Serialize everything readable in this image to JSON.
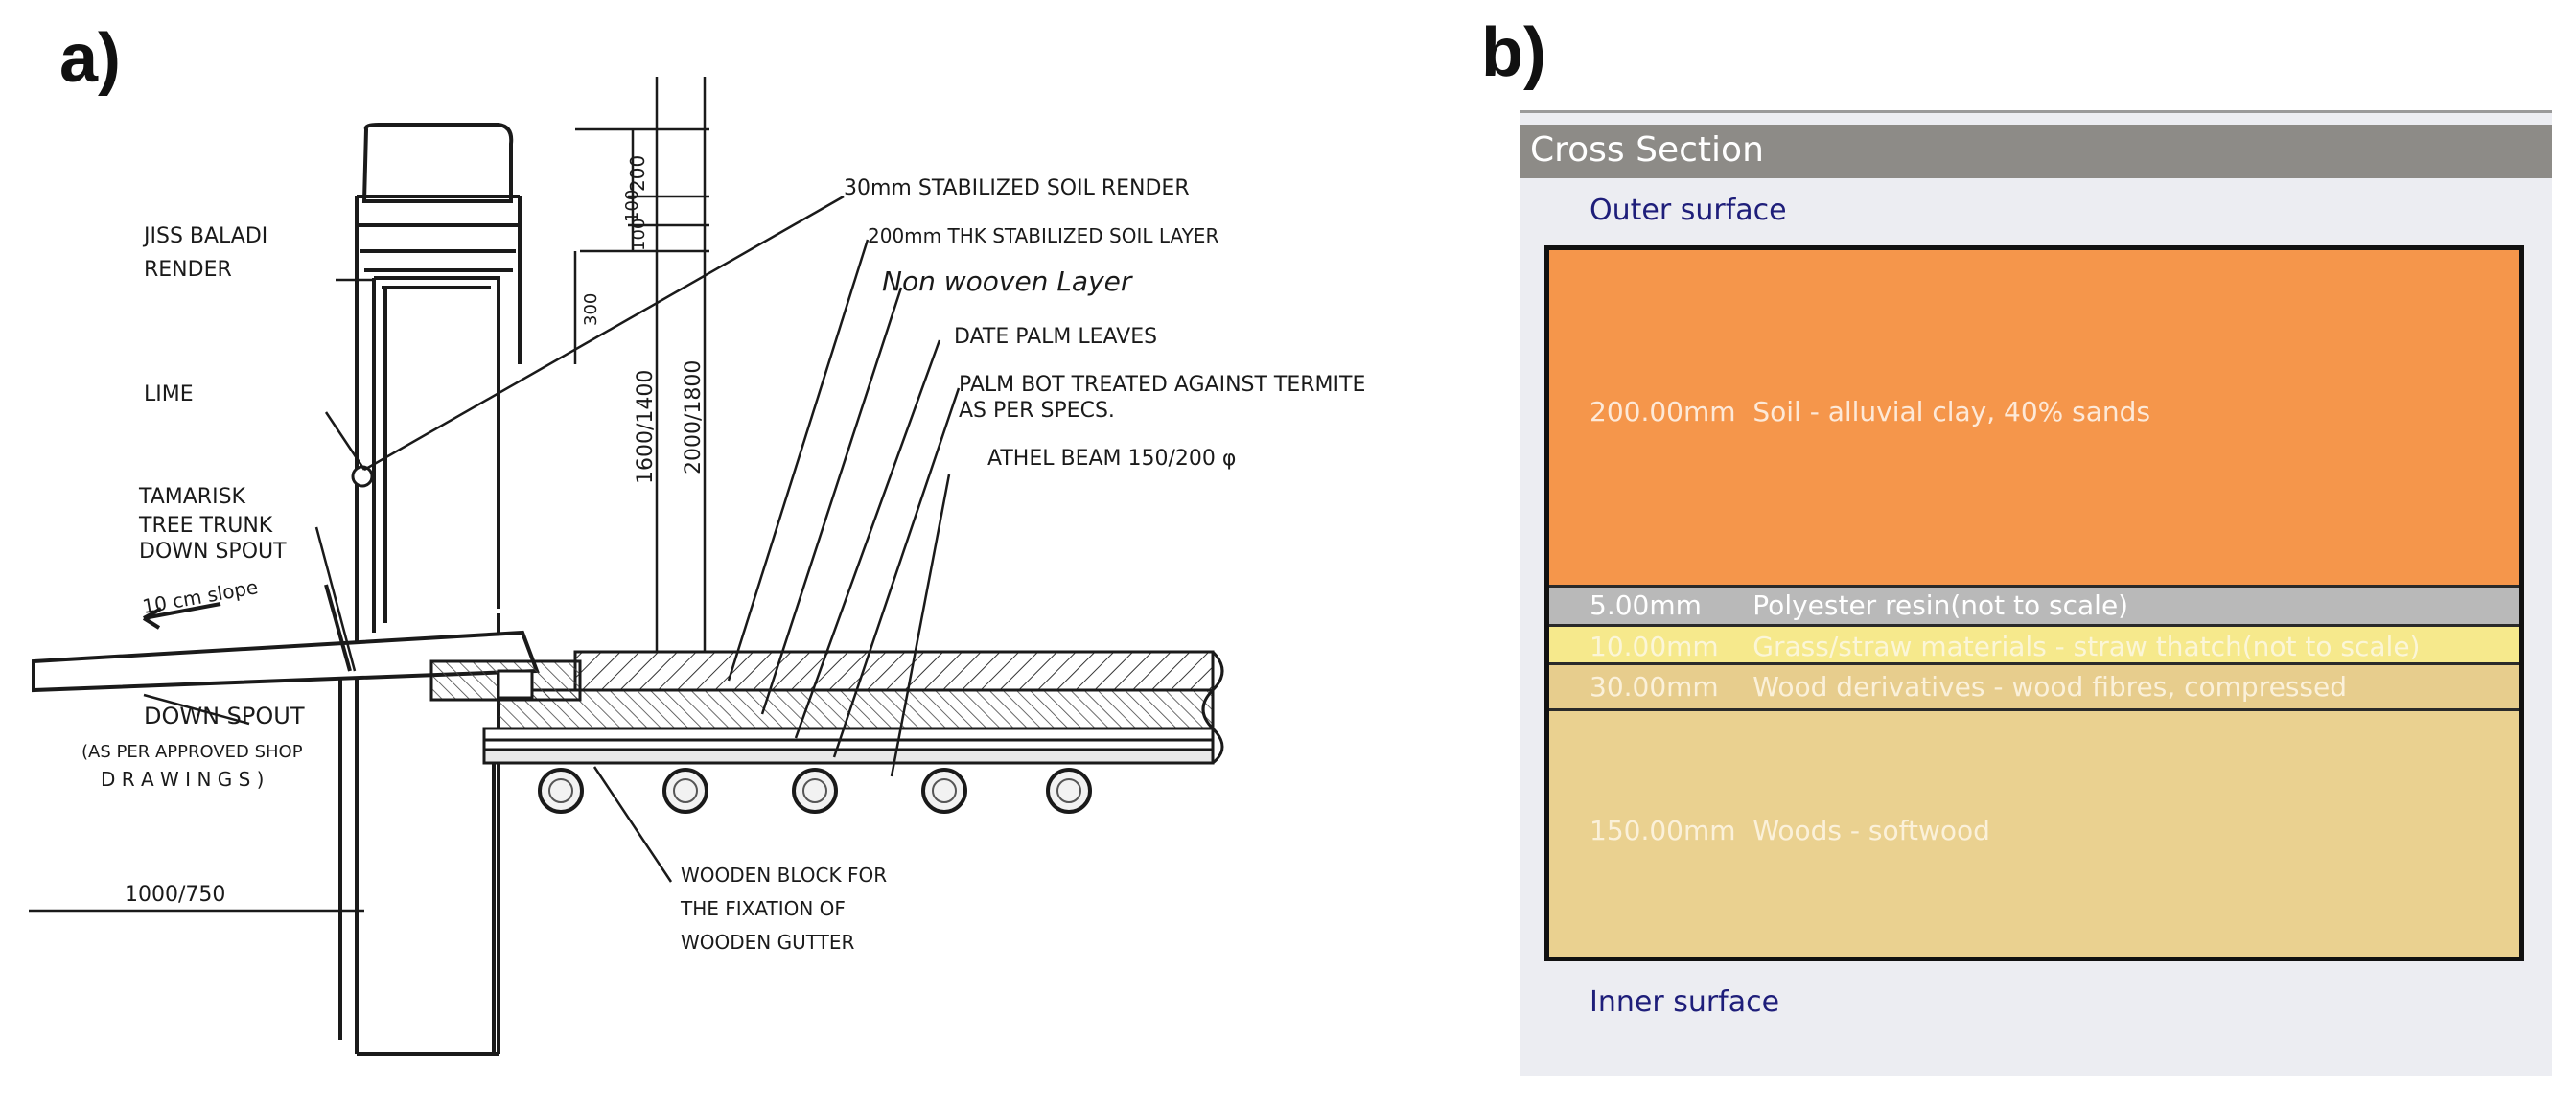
{
  "panel_a": {
    "label": "a)",
    "annotations": {
      "jiss_baladi_1": "JISS BALADI",
      "jiss_baladi_2": "RENDER",
      "lime": "LIME",
      "tamarisk_1": "TAMARISK",
      "tamarisk_2": "TREE TRUNK",
      "tamarisk_3": "DOWN SPOUT",
      "slope": "10 cm slope",
      "down_spout_1": "DOWN SPOUT",
      "down_spout_2": "(AS PER APPROVED SHOP",
      "down_spout_3": "D R A W I N G S )",
      "render_30mm": "30mm STABILIZED SOIL RENDER",
      "soil_layer_200": "200mm THK STABILIZED SOIL LAYER",
      "non_wooven": "Non wooven Layer",
      "date_palm": "DATE PALM LEAVES",
      "palm_bot_1": "PALM BOT TREATED AGAINST TERMITE",
      "palm_bot_2": "AS PER SPECS.",
      "athel_beam": "ATHEL BEAM 150/200 φ",
      "wooden_block_1": "WOODEN BLOCK FOR",
      "wooden_block_2": "THE FIXATION OF",
      "wooden_block_3": "WOODEN GUTTER",
      "dim_1000_750": "1000/750",
      "dim_200": "200",
      "dim_100a": "100",
      "dim_100b": "100",
      "dim_300": "300",
      "dim_1600_1400": "1600/1400",
      "dim_2000_1800": "2000/1800"
    }
  },
  "panel_b": {
    "label": "b)",
    "window_title": "Cross Section",
    "outer_surface": "Outer surface",
    "inner_surface": "Inner surface",
    "layers": [
      {
        "text": "200.00mm  Soil - alluvial clay, 40% sands",
        "color": "#f5964b"
      },
      {
        "text": "5.00mm      Polyester resin(not to scale)",
        "color": "#b9b9b9"
      },
      {
        "text": "10.00mm    Grass/straw materials - straw thatch(not to scale)",
        "color": "#f6e98c"
      },
      {
        "text": "30.00mm    Wood derivatives - wood fibres, compressed",
        "color": "#e7cd8d"
      },
      {
        "text": "150.00mm  Woods - softwood",
        "color": "#ead190"
      }
    ]
  }
}
